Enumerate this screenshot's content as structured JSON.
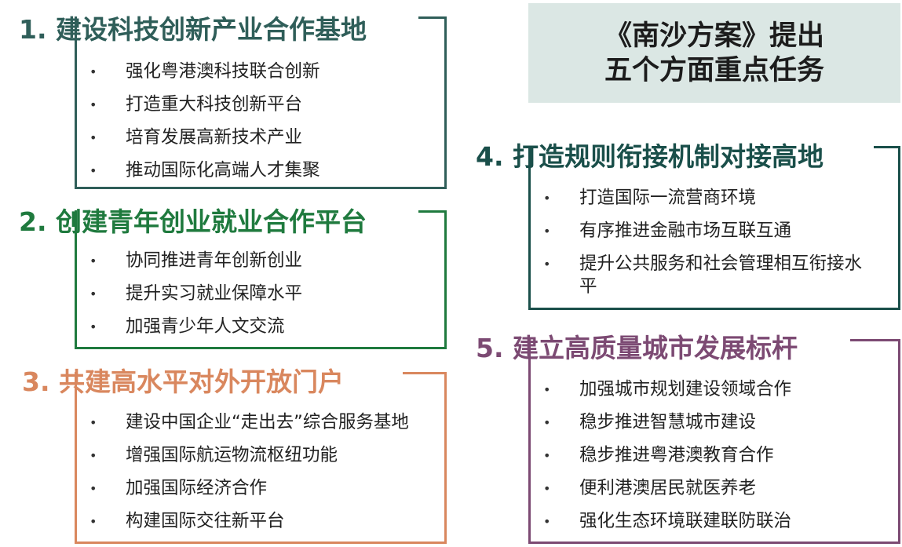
{
  "header": {
    "line1": "《南沙方案》提出",
    "line2": "五个方面重点任务"
  },
  "colors": {
    "section1": "#2f5e59",
    "section2": "#1f7a3e",
    "section3": "#d9875e",
    "section4": "#1a4f4a",
    "section5": "#7c4a73",
    "header_bg": "#dbe7e4"
  },
  "sections": [
    {
      "title": "1. 建设科技创新产业合作基地",
      "items": [
        "强化粤港澳科技联合创新",
        "打造重大科技创新平台",
        "培育发展高新技术产业",
        "推动国际化高端人才集聚"
      ]
    },
    {
      "title": "2. 创建青年创业就业合作平台",
      "items": [
        "协同推进青年创新创业",
        "提升实习就业保障水平",
        "加强青少年人文交流"
      ]
    },
    {
      "title": "3. 共建高水平对外开放门户",
      "items": [
        "建设中国企业“走出去”综合服务基地",
        "增强国际航运物流枢纽功能",
        "加强国际经济合作",
        "构建国际交往新平台"
      ]
    },
    {
      "title": "4. 打造规则衔接机制对接高地",
      "items": [
        "打造国际一流营商环境",
        "有序推进金融市场互联互通",
        "提升公共服务和社会管理相互衔接水平"
      ]
    },
    {
      "title": "5. 建立高质量城市发展标杆",
      "items": [
        "加强城市规划建设领域合作",
        "稳步推进智慧城市建设",
        "稳步推进粤港澳教育合作",
        "便利港澳居民就医养老",
        "强化生态环境联建联防联治"
      ]
    }
  ]
}
